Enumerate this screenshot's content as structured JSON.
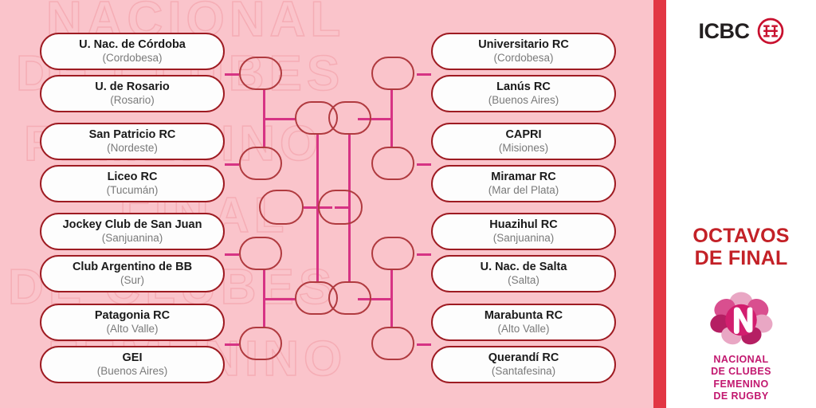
{
  "colors": {
    "bracket_bg": "#fac4cb",
    "divider": "#e23744",
    "card_border": "#9e1b22",
    "connector": "#d63384",
    "stage_red": "#c32127",
    "logo_magenta": "#c2186f",
    "icbc_red": "#c8102e",
    "sidebar_bg": "#ffffff"
  },
  "watermark": {
    "lines": [
      "NACIONAL",
      "DE CLUBES",
      "FEMENINO",
      "FINAL",
      "DE CLUBES",
      "FEMENINO"
    ]
  },
  "bracket": {
    "left_teams": [
      {
        "name": "U. Nac. de Córdoba",
        "region": "(Cordobesa)"
      },
      {
        "name": "U. de Rosario",
        "region": "(Rosario)"
      },
      {
        "name": "San Patricio RC",
        "region": "(Nordeste)"
      },
      {
        "name": "Liceo RC",
        "region": "(Tucumán)"
      },
      {
        "name": "Jockey Club de San Juan",
        "region": "(Sanjuanina)"
      },
      {
        "name": "Club Argentino de BB",
        "region": "(Sur)"
      },
      {
        "name": "Patagonia RC",
        "region": "(Alto Valle)"
      },
      {
        "name": "GEI",
        "region": "(Buenos Aires)"
      }
    ],
    "right_teams": [
      {
        "name": "Universitario RC",
        "region": "(Cordobesa)"
      },
      {
        "name": "Lanús RC",
        "region": "(Buenos Aires)"
      },
      {
        "name": "CAPRI",
        "region": "(Misiones)"
      },
      {
        "name": "Miramar RC",
        "region": "(Mar del Plata)"
      },
      {
        "name": "Huazihul RC",
        "region": "(Sanjuanina)"
      },
      {
        "name": "U. Nac. de Salta",
        "region": "(Salta)"
      },
      {
        "name": "Marabunta RC",
        "region": "(Alto Valle)"
      },
      {
        "name": "Querandí RC",
        "region": "(Santafesina)"
      }
    ],
    "empty_slot_label": ""
  },
  "sidebar": {
    "sponsor": {
      "name": "ICBC",
      "mark": "icbc-emblem-icon"
    },
    "stage": {
      "line1": "OCTAVOS",
      "line2": "DE FINAL"
    },
    "tournament_logo": {
      "mark": "flower-n-logo-icon",
      "line1": "NACIONAL",
      "line2": "DE CLUBES",
      "line3": "FEMENINO",
      "line4": "DE RUGBY"
    }
  }
}
